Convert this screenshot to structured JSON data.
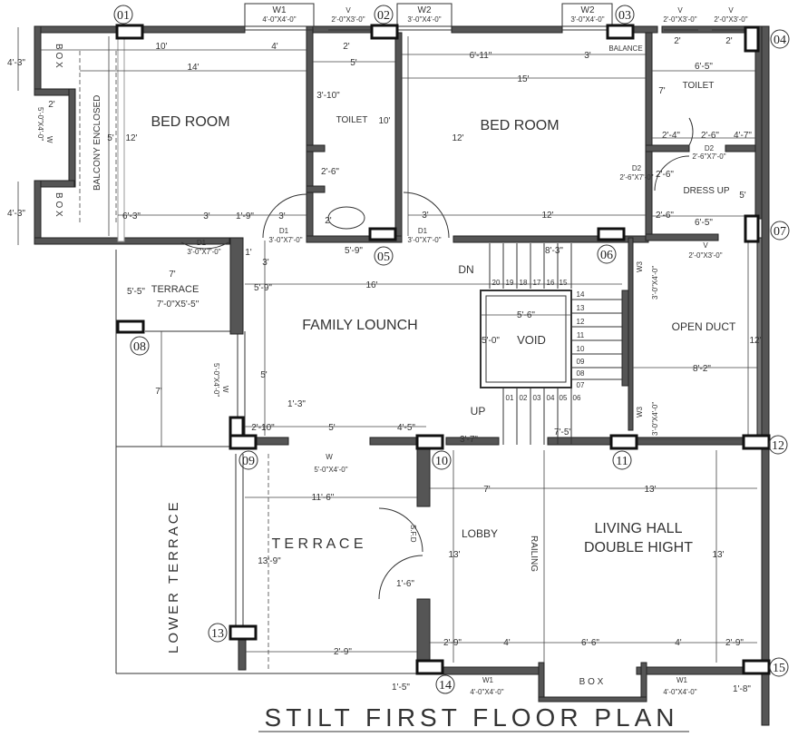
{
  "title": "STILT FIRST FLOOR PLAN",
  "rooms": {
    "bedroom_left": "BED ROOM",
    "bedroom_right": "BED ROOM",
    "toilet_mid": "TOILET",
    "toilet_right": "TOILET",
    "dress_up": "DRESS UP",
    "balcony": "BALCONY ENCLOSED",
    "family": "FAMILY LOUNCH",
    "void": "VOID",
    "open_duct": "OPEN DUCT",
    "terrace_small": "TERRACE",
    "terrace_small_size": "7'-0\"X5'-5\"",
    "terrace": "T E R R A C E",
    "lower_terrace": "LOWER TERRACE",
    "lobby": "LOBBY",
    "railing": "RAILING",
    "living1": "LIVING HALL",
    "living2": "DOUBLE HIGHT",
    "box_top": "B O X",
    "box_bottom": "B O X",
    "box_bottom_wide": "B    O    X",
    "balance": "BALANCE",
    "dn": "DN",
    "up": "UP"
  },
  "columns": [
    "01",
    "02",
    "03",
    "04",
    "05",
    "06",
    "07",
    "08",
    "09",
    "10",
    "11",
    "12",
    "13",
    "14",
    "15"
  ],
  "windows": {
    "w1_label": "W1",
    "w1_size": "4'-0\"X4'-0\"",
    "w2_label": "W2",
    "w2_size": "3'-0\"X4'-0\"",
    "v_label": "V",
    "v_size": "2'-0\"X3'-0\"",
    "w3_label": "W3",
    "w3_size": "3'-0\"X4'-0\"",
    "w_label": "W",
    "w_size": "5'-0\"X4'-0\"",
    "d1_label": "D1",
    "d1_size": "3'-0\"X7'-0\"",
    "d2_label": "D2",
    "d2_size": "2'-6\"X7'-0\"",
    "sfd": "S.F.D"
  },
  "dims": {
    "d10": "10'",
    "d4": "4'",
    "d14": "14'",
    "d2": "2'",
    "d12": "12'",
    "d6_3": "6'-3\"",
    "d3": "3'",
    "d1_9": "1'-9\"",
    "d4_3": "4'-3\"",
    "d5": "5'",
    "d3_10": "3'-10\"",
    "d2_6": "2'-6\"",
    "d5_9": "5'-9\"",
    "d6_11": "6'-11\"",
    "d15": "15'",
    "d6_5": "6'-5\"",
    "d7": "7'",
    "d2_4": "2'-4\"",
    "d4_7": "4'-7\"",
    "d8_3": "8'-3\"",
    "d1": "1'",
    "d16": "16'",
    "d5_6": "5'-6\"",
    "d5_0": "5'-0\"",
    "d8_2": "8'-2\"",
    "d5_5": "5'-5\"",
    "d1_3": "1'-3\"",
    "d2_10": "2'-10\"",
    "d4_5": "4'-5\"",
    "d3_7": "3'-7\"",
    "d7_5": "7'-5\"",
    "d11_6": "11'-6\"",
    "d13": "13'",
    "d13_9": "13'-9\"",
    "d1_6": "1'-6\"",
    "d2_9": "2'-9\"",
    "d6_6": "6'-6\"",
    "d1_5": "1'-5\"",
    "d1_8": "1'-8\""
  },
  "steps_top": [
    "20",
    "19",
    "18",
    "17",
    "16",
    "15"
  ],
  "steps_right": [
    "14",
    "13",
    "12",
    "11",
    "10",
    "09",
    "08",
    "07"
  ],
  "steps_bottom": [
    "01",
    "02",
    "03",
    "04",
    "05",
    "06"
  ]
}
